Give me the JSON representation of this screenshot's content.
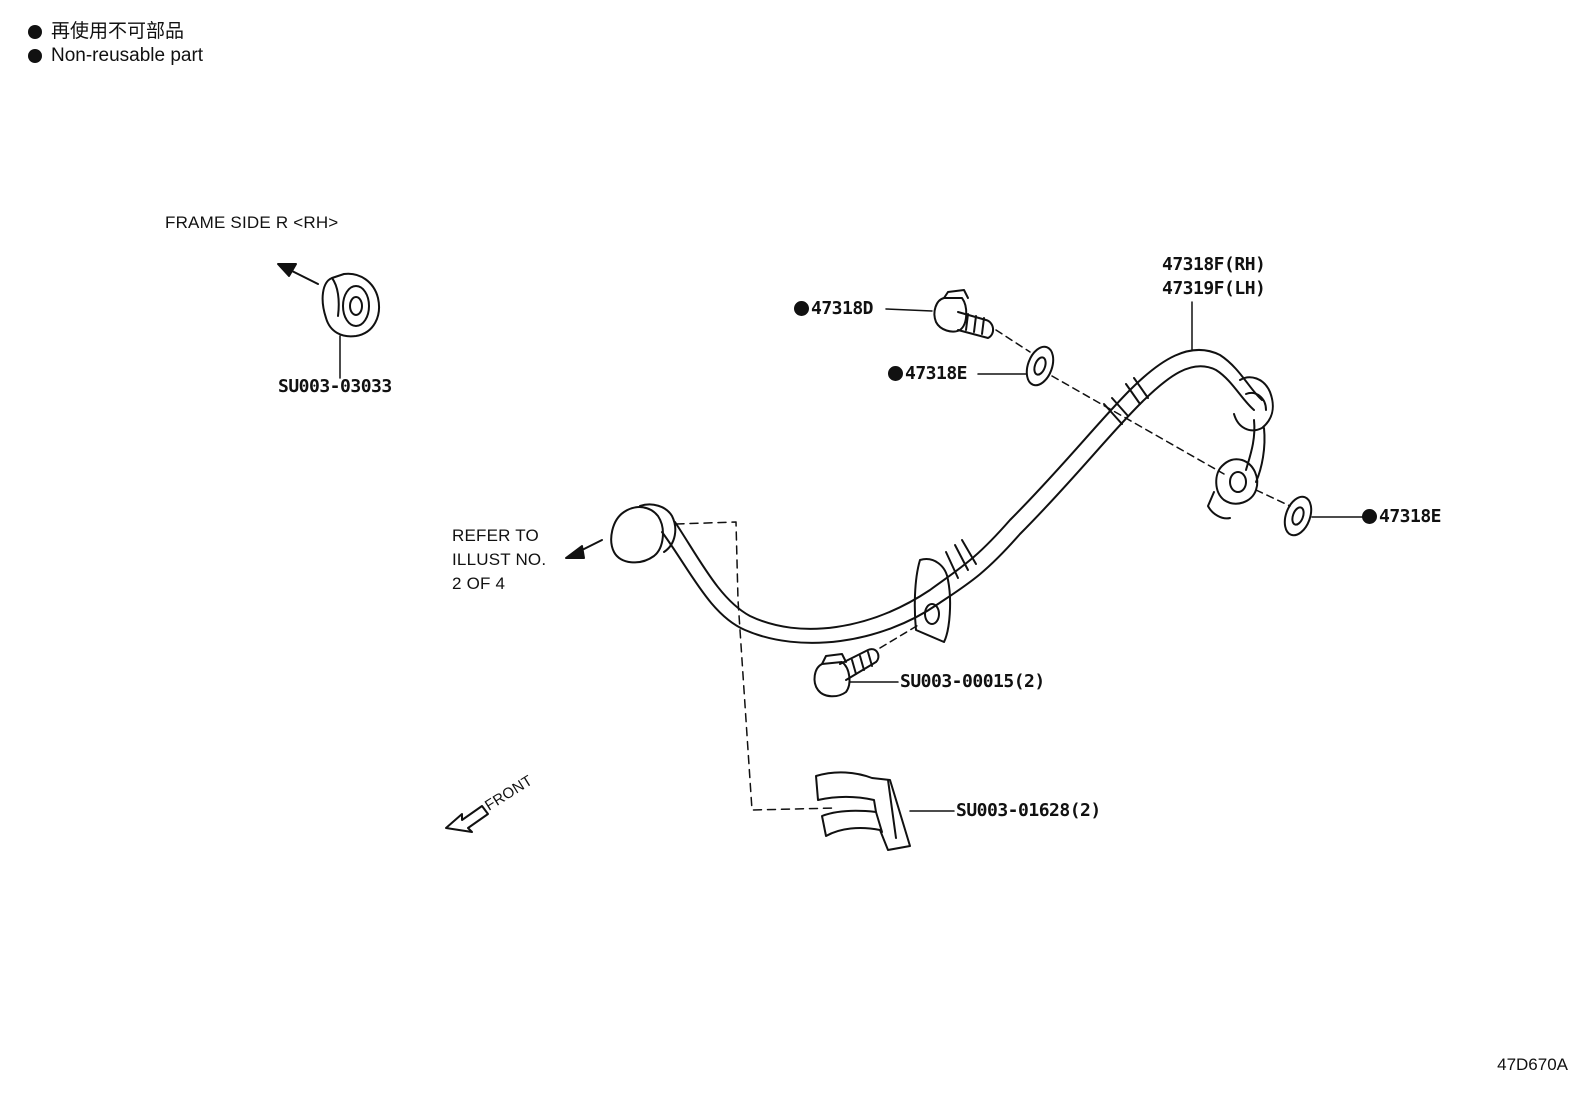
{
  "legend": {
    "line_jp": "再使用不可部品",
    "line_en": "Non-reusable part",
    "marker_icon": "filled-circle-icon"
  },
  "labels": {
    "frame_side": "FRAME SIDE R <RH>",
    "refer_line1": "REFER TO",
    "refer_line2": "ILLUST NO.",
    "refer_line3": "2 OF 4",
    "front": "FRONT"
  },
  "parts": {
    "p_su003_03033": "SU003-03033",
    "p_47318d": "47318D",
    "p_47318e_upper": "47318E",
    "p_47318e_lower": "47318E",
    "p_47318f": "47318F(RH)",
    "p_47319f": "47319F(LH)",
    "p_su003_00015": "SU003-00015(2)",
    "p_su003_01628": "SU003-01628(2)"
  },
  "diagram_code": "47D670A"
}
